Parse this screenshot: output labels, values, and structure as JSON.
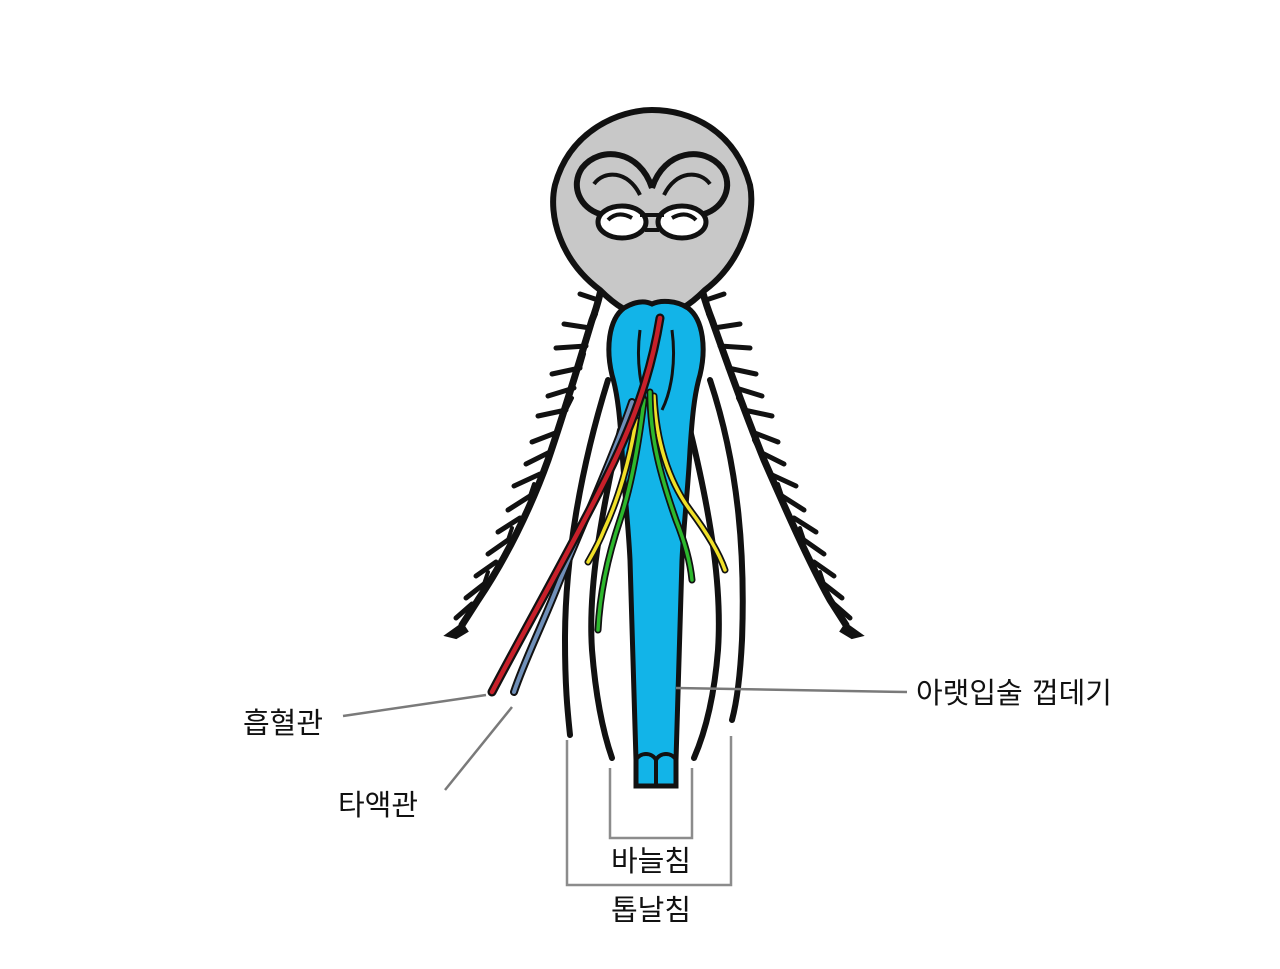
{
  "labels": {
    "food_canal": "흡혈관",
    "salivary_duct": "타액관",
    "labium_sheath": "아랫입술 껍데기",
    "maxillae": "바늘침",
    "mandibles": "톱날침"
  },
  "colors": {
    "head": "#c8c8c8",
    "outline": "#111111",
    "labium": "#12b4e8",
    "food_canal": "#c8202a",
    "salivary_duct": "#6f8fb8",
    "maxilla": "#2db82d",
    "mandible": "#f0e028",
    "leader_line": "#7a7a7a"
  }
}
